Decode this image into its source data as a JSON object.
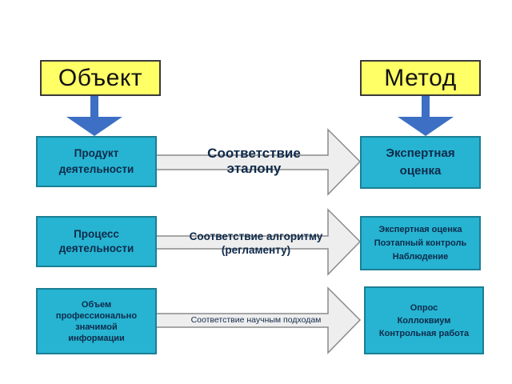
{
  "headers": {
    "object": "Объект",
    "method": "Метод"
  },
  "rows": [
    {
      "object_lines": [
        "Продукт",
        "деятельности"
      ],
      "relation_lines": [
        "Соответствие",
        "эталону"
      ],
      "method_lines": [
        "Экспертная",
        "оценка"
      ]
    },
    {
      "object_lines": [
        "Процесс",
        "деятельности"
      ],
      "relation_lines": [
        "Соответствие алгоритму",
        "(регламенту)"
      ],
      "method_lines": [
        "Экспертная оценка",
        "Поэтапный контроль",
        "Наблюдение"
      ]
    },
    {
      "object_lines": [
        "Объем",
        "профессионально",
        "значимой",
        "информации"
      ],
      "relation_lines": [
        "Соответствие научным подходам"
      ],
      "method_lines": [
        "Опрос",
        "Коллоквиум",
        "Контрольная работа"
      ]
    }
  ],
  "colors": {
    "header_fill": "#ffff66",
    "box_fill": "#26b4d2",
    "down_arrow": "#3d6fc4",
    "right_arrow_fill": "#eeeeee"
  }
}
